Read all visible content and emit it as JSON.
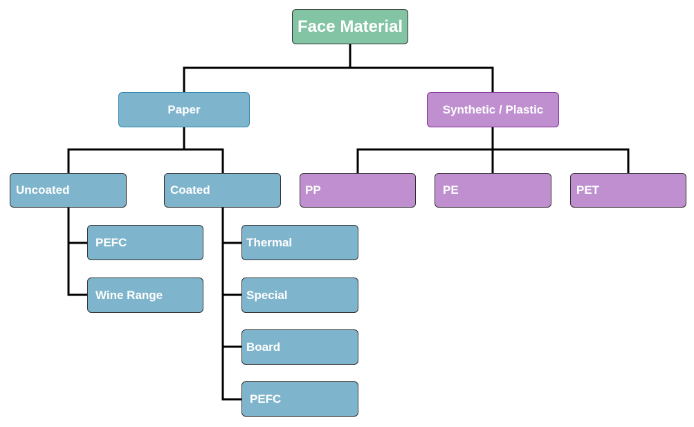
{
  "diagram": {
    "root": {
      "label": "Face Material",
      "color": "#82c4a4"
    },
    "paper": {
      "label": "Paper",
      "color": "#7fb5cc",
      "uncoated": {
        "label": "Uncoated",
        "children": [
          "PEFC",
          "Wine Range"
        ]
      },
      "coated": {
        "label": "Coated",
        "children": [
          "Thermal",
          "Special",
          "Board",
          "PEFC"
        ]
      }
    },
    "synthetic": {
      "label": "Synthetic / Plastic",
      "color": "#bf8fd0",
      "children": [
        "PP",
        "PE",
        "PET"
      ]
    }
  }
}
